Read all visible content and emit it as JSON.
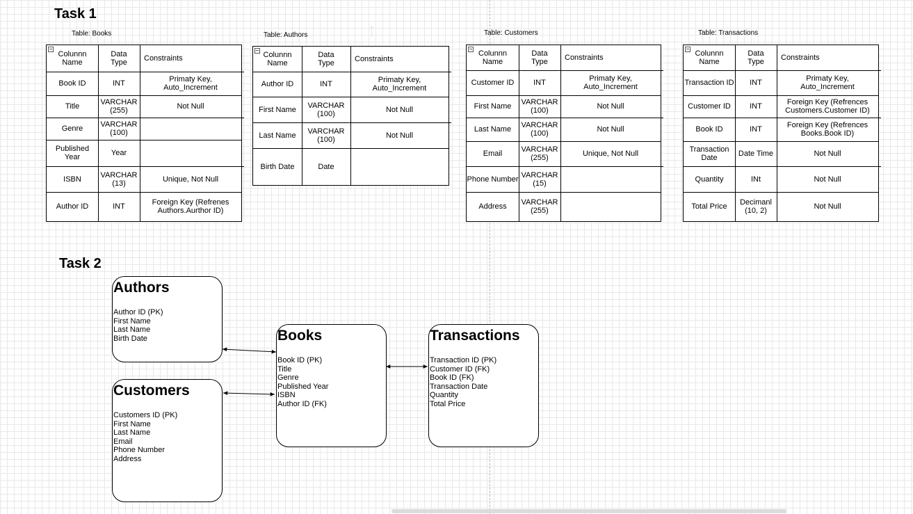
{
  "task1": {
    "title": "Task 1"
  },
  "task2": {
    "title": "Task 2"
  },
  "colors": {
    "grid": "#e8e8e8",
    "guide": "#b5b5b5",
    "hint_arrow": "#dbeaf7"
  },
  "tables": {
    "books": {
      "caption": "Table: Books",
      "headers": [
        "Colunnn\nName",
        "Data\nType",
        "Constraints"
      ],
      "rows": [
        [
          "Book ID",
          "INT",
          "Primaty Key,\nAuto_Increment"
        ],
        [
          "Title",
          "VARCHAR\n(255)",
          "Not Null"
        ],
        [
          "Genre",
          "VARCHAR\n(100)",
          ""
        ],
        [
          "Published\nYear",
          "Year",
          ""
        ],
        [
          "ISBN",
          "VARCHAR\n(13)",
          "Unique, Not Null"
        ],
        [
          "Author ID",
          "INT",
          "Foreign Key (Refrenes\nAuthors.Aurthor ID)"
        ]
      ]
    },
    "authors": {
      "caption": "Table: Authors",
      "headers": [
        "Colunnn\nName",
        "Data\nType",
        "Constraints"
      ],
      "rows": [
        [
          "Author ID",
          "INT",
          "Primaty Key,\nAuto_Increment"
        ],
        [
          "First Name",
          "VARCHAR\n(100)",
          "Not Null"
        ],
        [
          "Last Name",
          "VARCHAR\n(100)",
          "Not Null"
        ],
        [
          "Birth Date",
          "Date",
          ""
        ]
      ]
    },
    "customers": {
      "caption": "Table: Customers",
      "headers": [
        "Colunnn\nName",
        "Data\nType",
        "Constraints"
      ],
      "rows": [
        [
          "Customer ID",
          "INT",
          "Primaty Key,\nAuto_Increment"
        ],
        [
          "First Name",
          "VARCHAR\n(100)",
          "Not Null"
        ],
        [
          "Last Name",
          "VARCHAR\n(100)",
          "Not Null"
        ],
        [
          "Email",
          "VARCHAR\n(255)",
          "Unique, Not Null"
        ],
        [
          "Phone Number",
          "VARCHAR\n(15)",
          ""
        ],
        [
          "Address",
          "VARCHAR\n(255)",
          ""
        ]
      ]
    },
    "transactions": {
      "caption": "Table: Transactions",
      "headers": [
        "Colunnn\nName",
        "Data\nType",
        "Constraints"
      ],
      "rows": [
        [
          "Transaction ID",
          "INT",
          "Primaty Key,\nAuto_Increment"
        ],
        [
          "Customer ID",
          "INT",
          "Foreign Key (Refrences\nCustomers.Customer ID)"
        ],
        [
          "Book ID",
          "INT",
          "Foreign Key (Refrences\nBooks.Book ID)"
        ],
        [
          "Transaction\nDate",
          "Date Time",
          "Not Null"
        ],
        [
          "Quantity",
          "INt",
          "Not Null"
        ],
        [
          "Total Price",
          "Decimanl\n(10, 2)",
          "Not Null"
        ]
      ]
    }
  },
  "entities": {
    "authors": {
      "title": "Authors",
      "fields": [
        "Author ID (PK)",
        "First Name",
        "Last Name",
        "Birth Date"
      ]
    },
    "customers": {
      "title": "Customers",
      "fields": [
        "Customers ID (PK)",
        "First Name",
        "Last Name",
        "Email",
        "Phone Number",
        "Address"
      ]
    },
    "books": {
      "title": "Books",
      "fields": [
        "Book ID (PK)",
        "Title",
        "Genre",
        "Published Year",
        "ISBN",
        "Author ID (FK)"
      ]
    },
    "transactions": {
      "title": "Transactions",
      "fields": [
        "Transaction ID (PK)",
        "Customer ID (FK)",
        "Book ID (FK)",
        "Transaction Date",
        "Quantity",
        "Total Price"
      ]
    }
  },
  "relationships": [
    {
      "from": "Authors",
      "to": "Books",
      "direction": "both"
    },
    {
      "from": "Customers",
      "to": "Books",
      "direction": "both"
    },
    {
      "from": "Books",
      "to": "Transactions",
      "direction": "both"
    }
  ]
}
